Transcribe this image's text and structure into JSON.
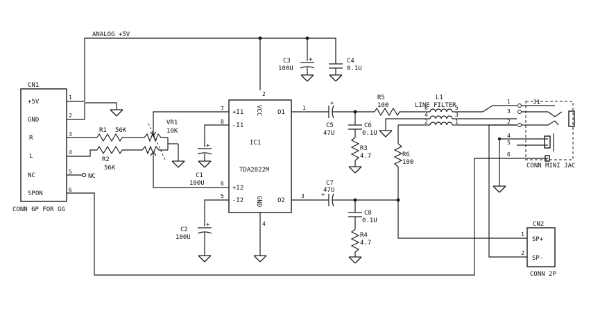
{
  "colors": {
    "ink": "#1a1a1a",
    "background": "#ffffff"
  },
  "net_analog": "ANALOG +5V",
  "cn1": {
    "ref": "CN1",
    "caption": "CONN 6P FOR GG",
    "pins": [
      {
        "num": "1",
        "name": "+5V"
      },
      {
        "num": "2",
        "name": "GND"
      },
      {
        "num": "3",
        "name": "R"
      },
      {
        "num": "4",
        "name": "L"
      },
      {
        "num": "5",
        "name": "NC"
      },
      {
        "num": "6",
        "name": "SPON"
      }
    ],
    "nc_label": "NC"
  },
  "r1": {
    "ref": "R1",
    "value": "56K"
  },
  "r2": {
    "ref": "R2",
    "value": "56K"
  },
  "vr1": {
    "ref": "VR1",
    "value": "10K"
  },
  "c1": {
    "ref": "C1",
    "value": "100U"
  },
  "c2": {
    "ref": "C2",
    "value": "100U"
  },
  "c3": {
    "ref": "C3",
    "value": "100U"
  },
  "c4": {
    "ref": "C4",
    "value": "0.1U"
  },
  "c5": {
    "ref": "C5",
    "value": "47U"
  },
  "c6": {
    "ref": "C6",
    "value": "0.1U"
  },
  "c7": {
    "ref": "C7",
    "value": "47U"
  },
  "c8": {
    "ref": "C8",
    "value": "0.1U"
  },
  "r3": {
    "ref": "R3",
    "value": "4.7"
  },
  "r4": {
    "ref": "R4",
    "value": "4.7"
  },
  "r5": {
    "ref": "R5",
    "value": "100"
  },
  "r6": {
    "ref": "R6",
    "value": "100"
  },
  "l1": {
    "ref": "L1",
    "value": "LINE FILTER"
  },
  "ic1": {
    "ref": "IC1",
    "part": "TDA2822M",
    "vcc_label": "VCC",
    "gnd_label": "GND",
    "pins": {
      "in1p": {
        "num": "7",
        "name": "+I1"
      },
      "in1m": {
        "num": "8",
        "name": "-I1"
      },
      "in2p": {
        "num": "6",
        "name": "+I2"
      },
      "in2m": {
        "num": "5",
        "name": "-I2"
      },
      "out1": {
        "num": "1",
        "name": "O1"
      },
      "out2": {
        "num": "3",
        "name": "O2"
      },
      "vcc": {
        "num": "2"
      },
      "gnd": {
        "num": "4"
      }
    }
  },
  "l1_pins": {
    "in": [
      "6",
      "4",
      "2"
    ],
    "out": [
      "5",
      "3",
      "1"
    ]
  },
  "j1": {
    "ref": "J1",
    "caption": "CONN MINI JAC",
    "pins": [
      "1",
      "3",
      "2",
      "4",
      "5",
      "6"
    ]
  },
  "cn2": {
    "ref": "CN2",
    "caption": "CONN 2P",
    "pins": [
      {
        "num": "1",
        "name": "SP+"
      },
      {
        "num": "2",
        "name": "SP-"
      }
    ]
  }
}
